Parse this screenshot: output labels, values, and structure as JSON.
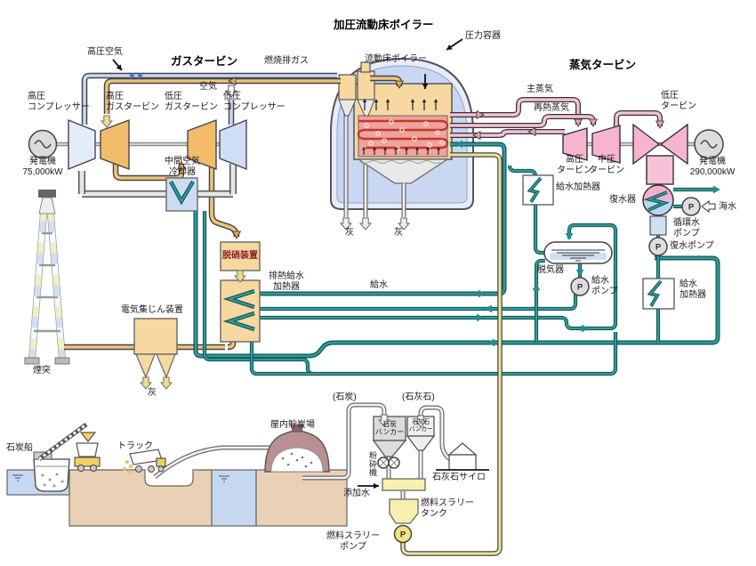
{
  "titles": {
    "pfbc": "加圧流動床ボイラー",
    "pressure_vessel": "圧力容器",
    "fbc_boiler": "流動床ボイラー",
    "gas_turbine": "ガスタービン",
    "steam_turbine": "蒸気タービン"
  },
  "gas_turbine_area": {
    "hp_air": "高圧空気",
    "combustion_gas": "燃焼排ガス",
    "air": "空気",
    "hp_compressor": "高圧\nコンプレッサー",
    "hp_gas_turbine": "高圧\nガスタービン",
    "lp_gas_turbine": "低圧\nガスタービン",
    "lp_compressor": "低圧\nコンプレッサー",
    "generator1": "発電機\n75,000kW",
    "intercooler": "中間空気\n冷却器"
  },
  "flue_path": {
    "denox": "脱硝装置",
    "waste_heat_heater": "排熱給水\n加熱器",
    "feedwater": "給水",
    "esp": "電気集じん装置",
    "ash_esp": "灰",
    "chimney": "煙突",
    "ash_cyclone": "灰",
    "ash_boiler": "灰"
  },
  "steam_area": {
    "main_steam": "主蒸気",
    "reheat_steam": "再熱蒸気",
    "lp_turbine": "低圧\nタービン",
    "hp_turbine": "高圧\nタービン",
    "ip_turbine": "中圧\nタービン",
    "generator2": "発電機\n290,000kW",
    "fw_heater1": "給水加熱器",
    "condenser": "復水器",
    "seawater": "海水",
    "circ_pump": "循環水\nポンプ",
    "cond_pump": "復水ポンプ",
    "deaerator": "脱気器",
    "fw_pump": "給水\nポンプ",
    "fw_heater2": "給水\n加熱器",
    "pump_letter": "P"
  },
  "fuel_area": {
    "coal_ship": "石炭船",
    "truck": "トラック",
    "storage": "屋内貯炭場",
    "coal": "(石炭)",
    "limestone": "(石灰石)",
    "coal_bunker": "石炭\nバンカー",
    "limestone_bunker": "石灰石\nバンカー",
    "crusher": "粉\n砕\n機",
    "additive_water": "添加水",
    "limestone_silo": "石灰石サイロ",
    "slurry_tank": "燃料スラリー\nタンク",
    "slurry_pump": "燃料スラリー\nポンプ"
  },
  "colors": {
    "steam_pink": "#f5c2d8",
    "water_teal": "#2e9c9c",
    "air_blue": "#c9d8f0",
    "gas_tan": "#eec47e",
    "slurry_yellow": "#efe49c",
    "equipment_tan": "#f6d8a0",
    "vessel_blue": "#c9d7f3"
  }
}
